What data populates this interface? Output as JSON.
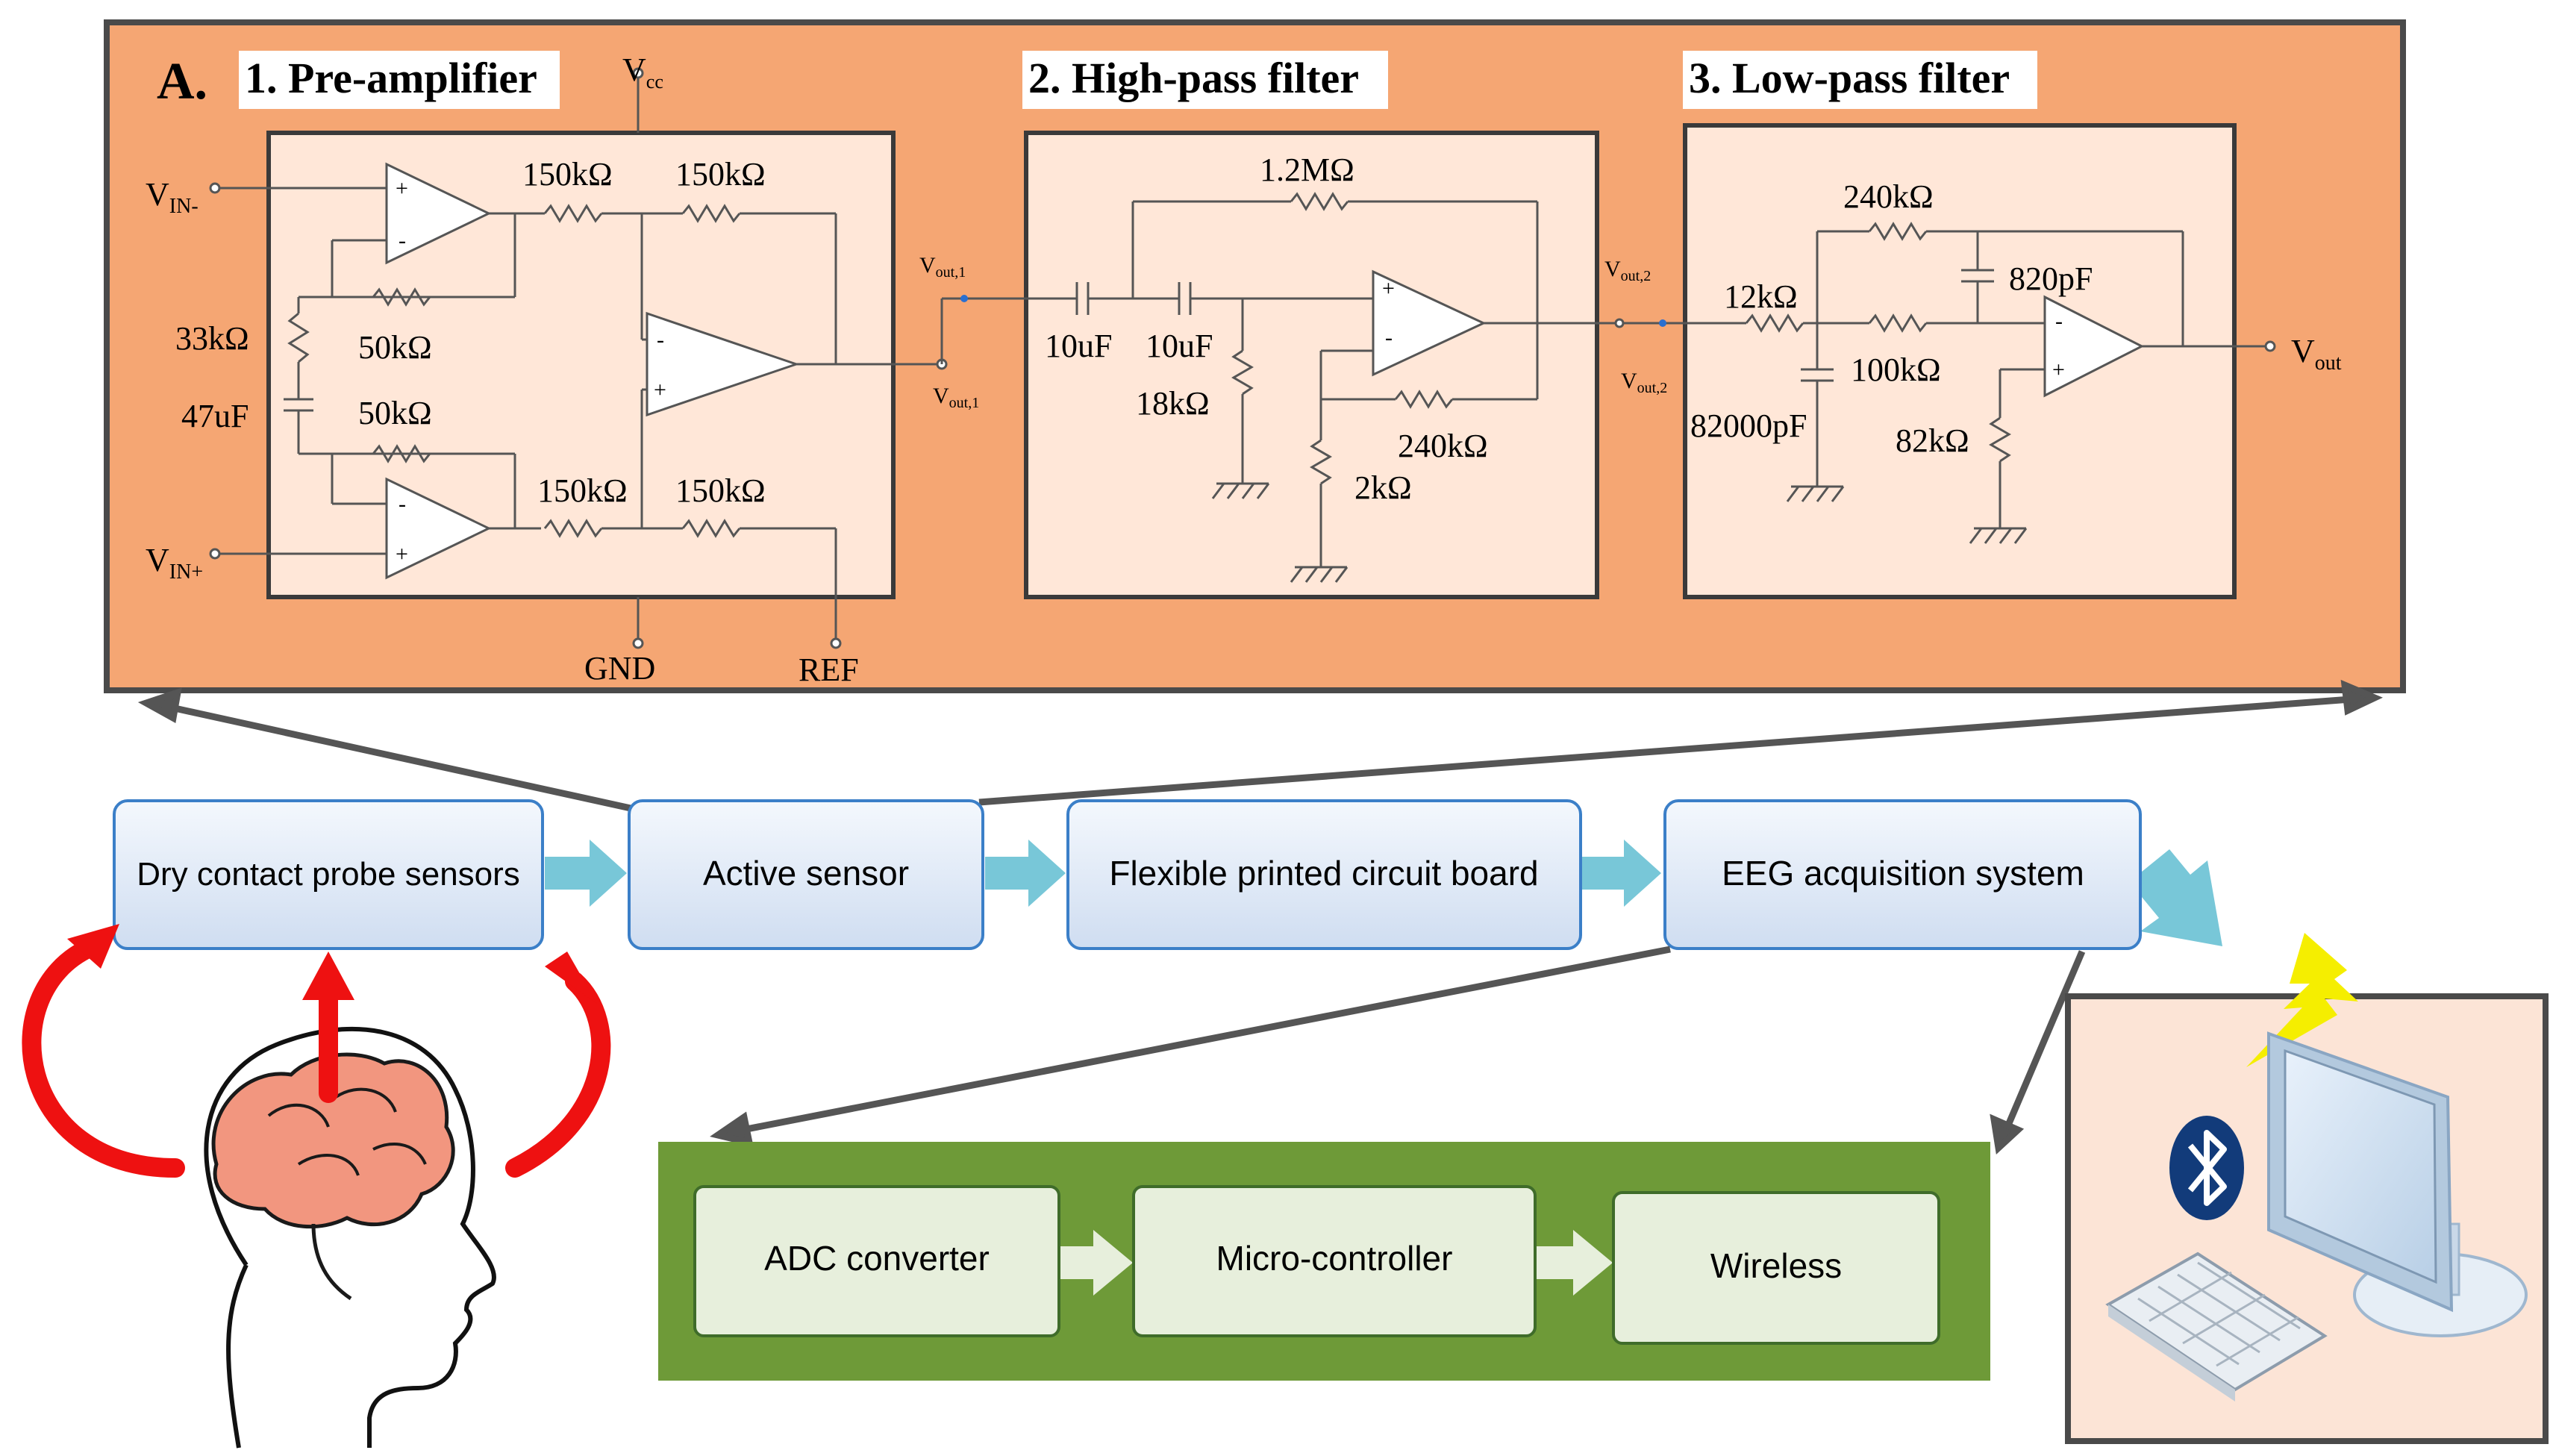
{
  "panel": {
    "letter": "A.",
    "section1_title": "1. Pre-amplifier",
    "section2_title": "2. High-pass filter",
    "section3_title": "3. Low-pass filter"
  },
  "preamp": {
    "vcc": "V",
    "vcc_sub": "cc",
    "vin_minus": "V",
    "vin_minus_sub": "IN-",
    "vin_plus": "V",
    "vin_plus_sub": "IN+",
    "r_top_left": "150kΩ",
    "r_top_right": "150kΩ",
    "r_bottom_left": "150kΩ",
    "r_bottom_right": "150kΩ",
    "r_gain": "33kΩ",
    "c_gain": "47uF",
    "r_fb_top": "50kΩ",
    "r_fb_bottom": "50kΩ",
    "gnd": "GND",
    "ref": "REF",
    "vout1_a": "V",
    "vout1_a_sub": "out,1",
    "vout1_b": "V",
    "vout1_b_sub": "out,1"
  },
  "highpass": {
    "r_fb": "1.2MΩ",
    "c1": "10uF",
    "c2": "10uF",
    "r_shunt": "18kΩ",
    "r_fb2": "240kΩ",
    "r_gnd": "2kΩ"
  },
  "lowpass": {
    "vout2_a": "V",
    "vout2_a_sub": "out,2",
    "vout2_b": "V",
    "vout2_b_sub": "out,2",
    "r_in": "12kΩ",
    "r_fb": "240kΩ",
    "c_fb": "820pF",
    "r_mid": "100kΩ",
    "c_gnd": "82000pF",
    "r_gnd": "82kΩ",
    "vout": "V",
    "vout_sub": "out"
  },
  "flow": {
    "dry_sensors": "Dry contact probe sensors",
    "active_sensor": "Active sensor",
    "fpcb": "Flexible printed circuit board",
    "eeg_system": "EEG acquisition system"
  },
  "acquisition": {
    "adc": "ADC converter",
    "mcu": "Micro-controller",
    "wireless": "Wireless"
  },
  "colors": {
    "panel_orange": "#F5A673",
    "circuit_bg": "#FFE7D8",
    "flow_box": "#D9E6F6",
    "flow_border": "#3B7FC8",
    "flow_arrow": "#78C7D8",
    "green_panel": "#6E9A38",
    "green_box": "#E7EFDC",
    "brain": "#F2967F",
    "red_arrow": "#EE1111",
    "bolt": "#F5EE00",
    "bluetooth": "#123B7A"
  }
}
